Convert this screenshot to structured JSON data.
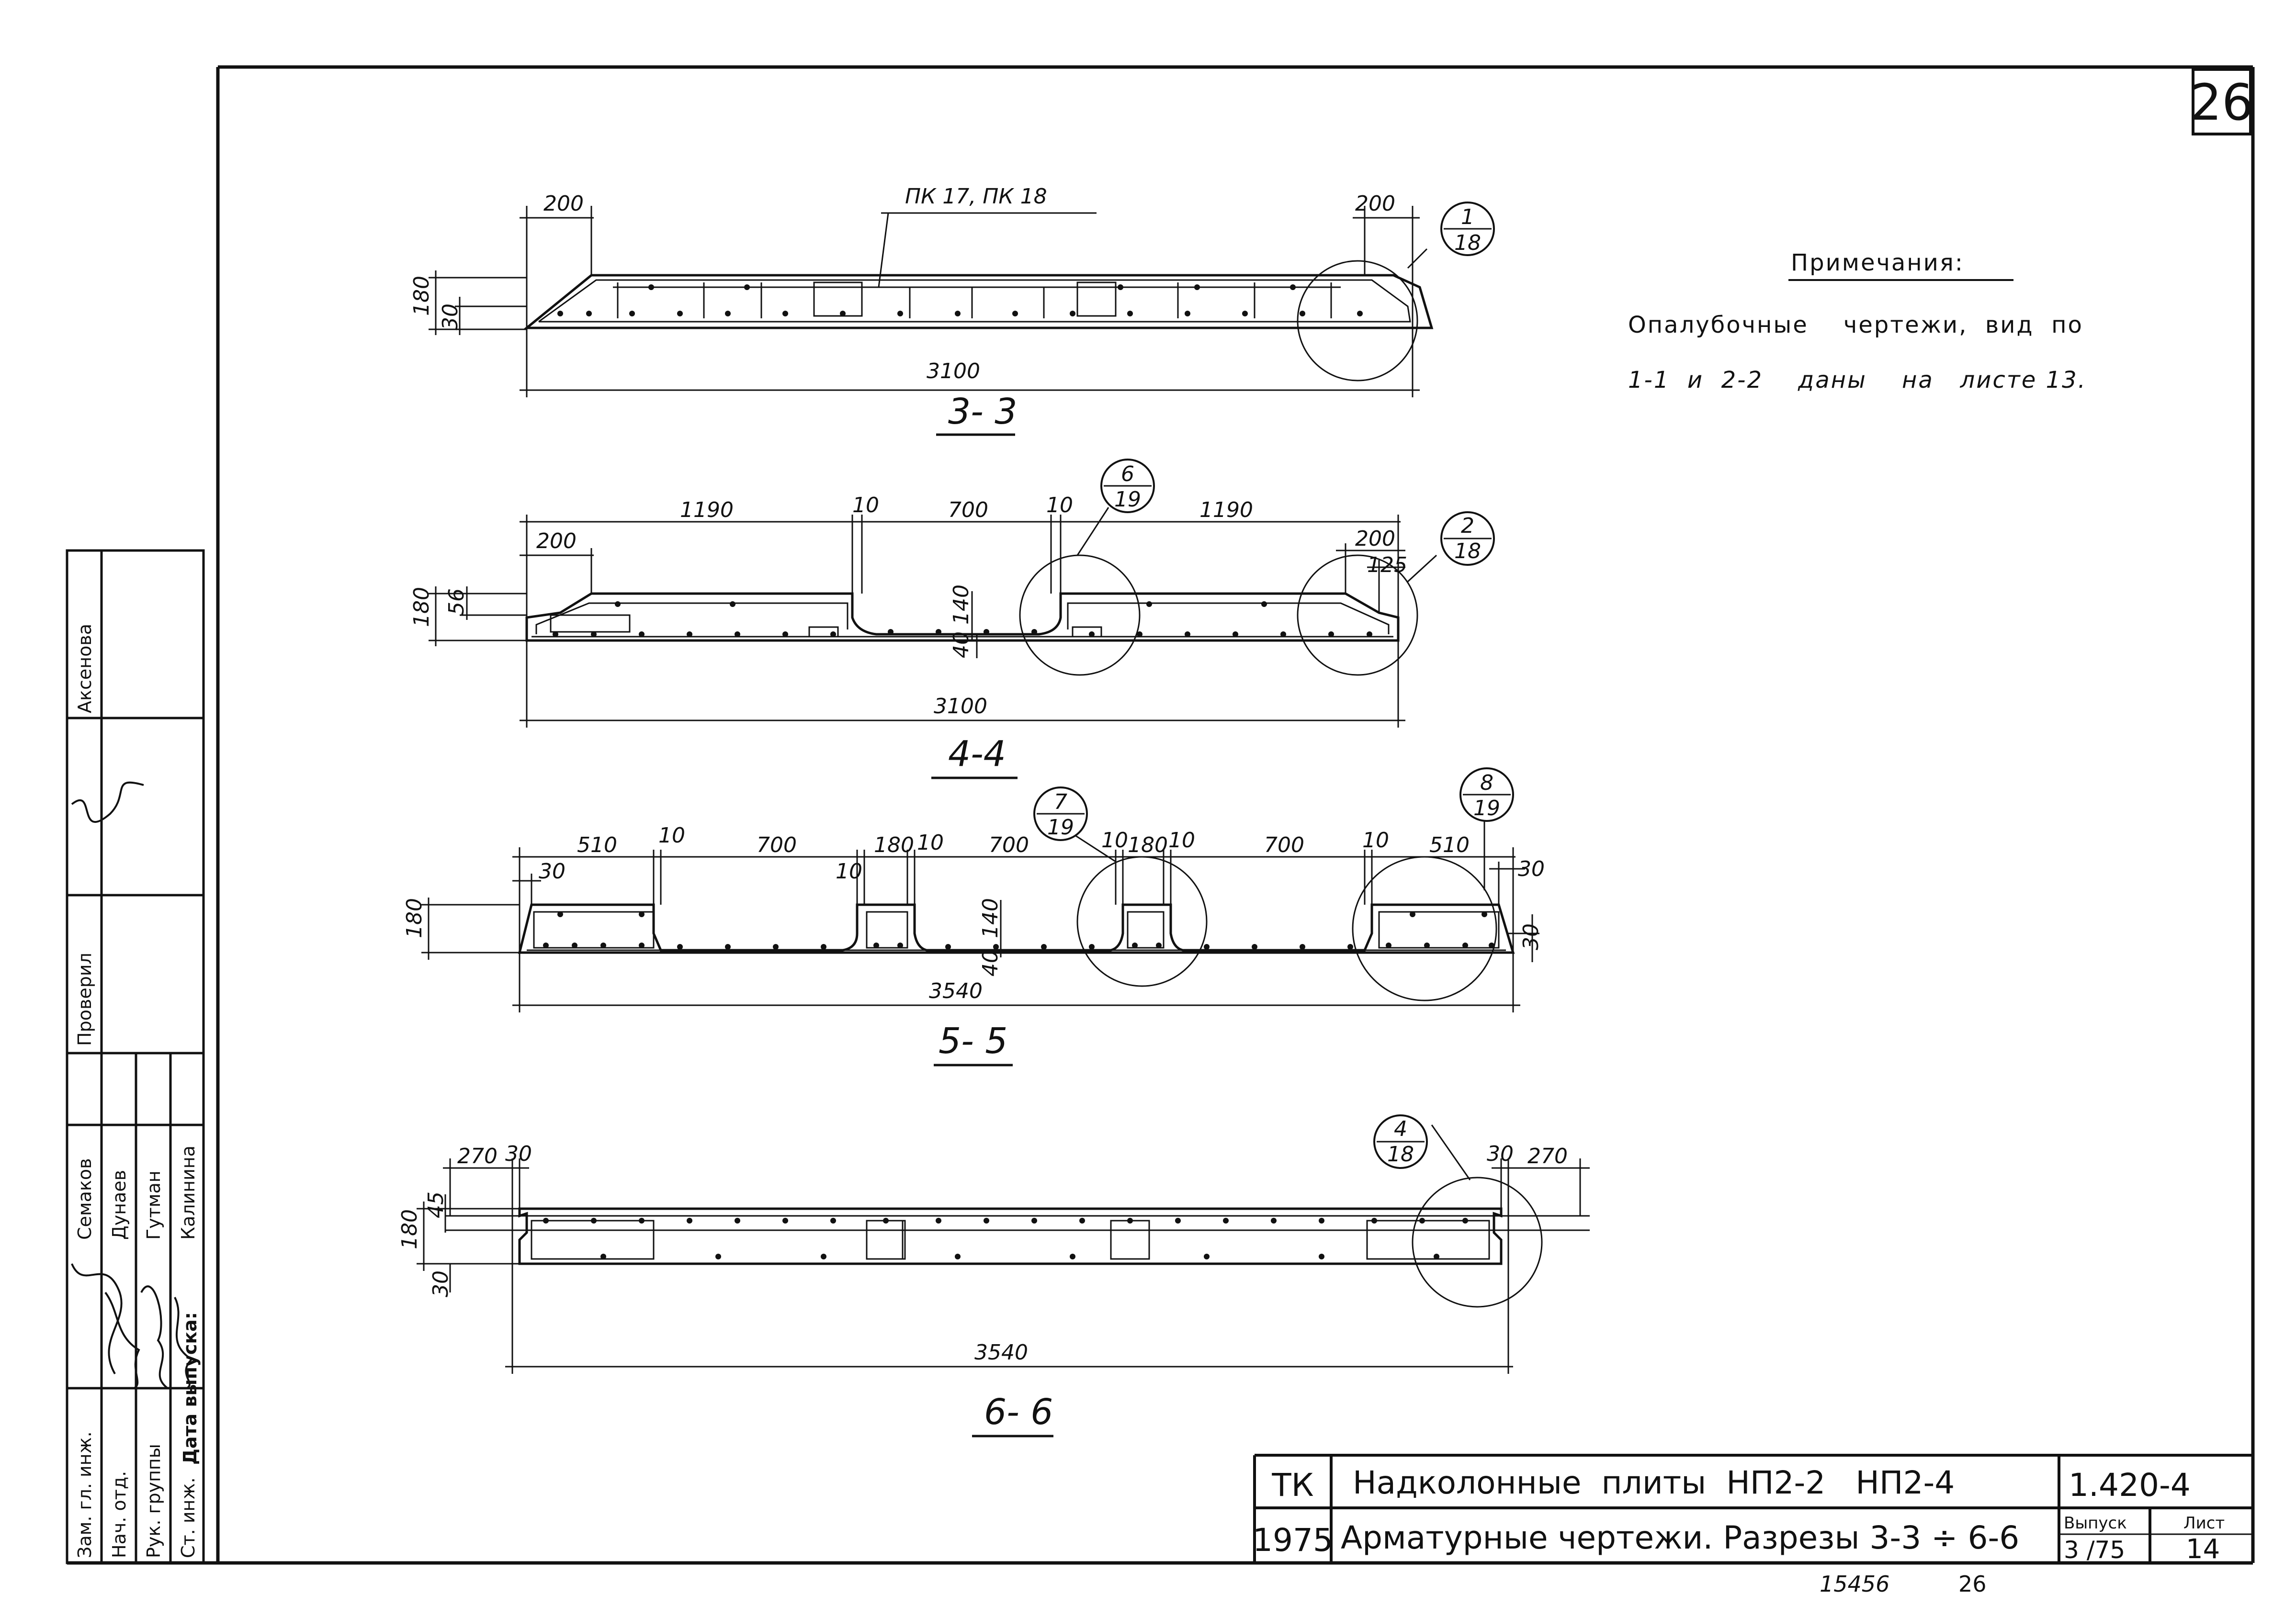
{
  "sheet_number": "26",
  "sections": {
    "s33": {
      "title": "3- 3",
      "label_top": "ПК 17,  ПК 18",
      "dims": [
        "200",
        "200",
        "180",
        "30",
        "3100"
      ],
      "callout": {
        "num": "1",
        "den": "18"
      }
    },
    "s44": {
      "title": "4-4",
      "dims_top": [
        "1190",
        "10",
        "700",
        "10",
        "1190"
      ],
      "dims": [
        "200",
        "200",
        "125",
        "180",
        "56",
        "140",
        "40",
        "3100"
      ],
      "callouts": [
        {
          "num": "6",
          "den": "19"
        },
        {
          "num": "2",
          "den": "18"
        }
      ]
    },
    "s55": {
      "title": "5- 5",
      "dims_top": [
        "510",
        "10",
        "700",
        "180",
        "10",
        "700",
        "10",
        "180",
        "10",
        "700",
        "10",
        "510"
      ],
      "dims": [
        "30",
        "10",
        "30",
        "180",
        "140",
        "40",
        "30",
        "3540"
      ],
      "callouts": [
        {
          "num": "7",
          "den": "19"
        },
        {
          "num": "8",
          "den": "19"
        }
      ]
    },
    "s66": {
      "title": "6- 6",
      "dims": [
        "270",
        "30",
        "30",
        "270",
        "45",
        "180",
        "30",
        "3540"
      ],
      "callout": {
        "num": "4",
        "den": "18"
      }
    }
  },
  "notes": {
    "heading": "Примечания:",
    "line1": "Опалубочные    чертежи,  вид  по",
    "line2": "1-1  и  2-2    даны    на   листе 13."
  },
  "stamp": {
    "roles": [
      "Зам. гл. инж.",
      "Нач. отд.",
      "Рук. группы",
      "Ст. инж.",
      "Дата выпуска:"
    ],
    "names": [
      "Семаков",
      "Дунаев",
      "Гутман",
      "Калинина"
    ],
    "checked_label": "Проверил",
    "checked_name": "Аксенова"
  },
  "title_block": {
    "org": "ТК",
    "year": "1975",
    "title1": "Надколонные  плиты  НП2-2   НП2-4",
    "title2": "Арматурные чертежи.  Разрезы  3-3 ÷ 6-6",
    "code": "1.420-4",
    "issue_label": "Выпуск",
    "issue_value": "3 /75",
    "sheet_label": "Лист",
    "sheet_value": "14"
  },
  "footer": {
    "inventory": "15456",
    "page": "26"
  }
}
